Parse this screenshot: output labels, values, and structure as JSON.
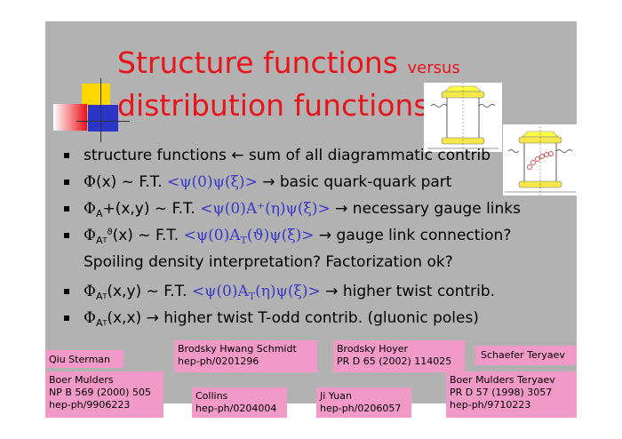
{
  "title": {
    "line1_main": "Structure functions ",
    "line1_small": "versus",
    "line2": "distribution functions"
  },
  "bullets": [
    {
      "pre": "structure functions ",
      "arrow": "←",
      "post": " sum of all diagrammatic contrib"
    },
    {
      "phi": "Φ",
      "pre": "(x) ~ F.T. ",
      "blue": "<ψ(0)ψ(ξ)>",
      "arrow": "→",
      "post": " basic quark-quark part"
    },
    {
      "phi": "Φ",
      "sub": "A",
      "pre": "+(x,y) ~ F.T. ",
      "blue": "<ψ(0)A⁺(η)ψ(ξ)>",
      "arrow": "→",
      "post": " necessary gauge links"
    },
    {
      "phi": "Φ",
      "sub": "A",
      "subsub": "T",
      "sup": "ϑ",
      "pre": "(x) ~ F.T. ",
      "blue": "<ψ(0)A",
      "blue_sub": "T",
      "blue2": "(ϑ)ψ(ξ)>",
      "arrow": "→",
      "post": " gauge link connection?"
    },
    {
      "plain": "Spoiling density interpretation? Factorization ok?"
    },
    {
      "phi": "Φ",
      "sub": "A",
      "subsub": "T",
      "pre": "(x,y) ~ F.T. ",
      "blue": "<ψ(0)A",
      "blue_sub": "T",
      "blue2": "(η)ψ(ξ)>",
      "arrow": "→",
      "post": " higher twist contrib."
    },
    {
      "phi": "Φ",
      "sub": "A",
      "subsub": "T",
      "pre": "(x,x) ",
      "arrow": "→",
      "post": " higher twist T-odd contrib. (gluonic poles)"
    }
  ],
  "refs": {
    "qiu": [
      "Qiu  Sterman"
    ],
    "brodsky_hwang": [
      "Brodsky  Hwang  Schmidt",
      "hep-ph/0201296"
    ],
    "brodsky_hoyer": [
      "Brodsky  Hoyer",
      "PR D 65 (2002) 114025"
    ],
    "schaefer": [
      "Schaefer Teryaev"
    ],
    "boer1": [
      "Boer  Mulders",
      "NP B 569 (2000) 505",
      "hep-ph/9906223"
    ],
    "collins": [
      "Collins",
      "hep-ph/0204004"
    ],
    "ji": [
      "Ji  Yuan",
      "hep-ph/0206057"
    ],
    "boer2": [
      "Boer  Mulders  Teryaev",
      "PR D 57 (1998) 3057",
      "hep-ph/9710223"
    ]
  },
  "colors": {
    "title": "#e8141a",
    "slide_bg": "#b2b2b2",
    "ref_bg": "#f19ac8",
    "blue": "#3838c8"
  }
}
